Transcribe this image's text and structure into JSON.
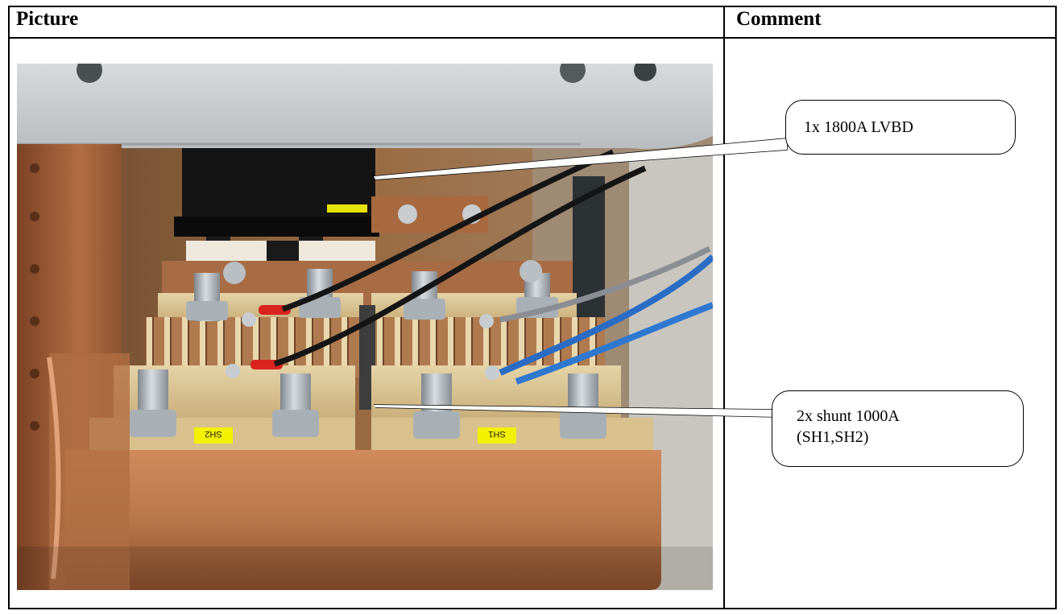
{
  "table": {
    "headers": {
      "picture": "Picture",
      "comment": "Comment"
    }
  },
  "photo": {
    "labels": {
      "left_shunt": "SH2",
      "right_shunt": "SH1"
    }
  },
  "callouts": {
    "lvbd": {
      "text": "1x 1800A LVBD"
    },
    "shunt": {
      "line1": "2x shunt 1000A",
      "line2": "(SH1,SH2)"
    }
  },
  "colors": {
    "copper": "#b8774b",
    "copper_dark": "#8a4f2c",
    "shunt_plate": "#d8c391",
    "bolt": "#aeb4b9",
    "enclosure": "#cfd3d4",
    "label_yellow": "#f3f000"
  }
}
